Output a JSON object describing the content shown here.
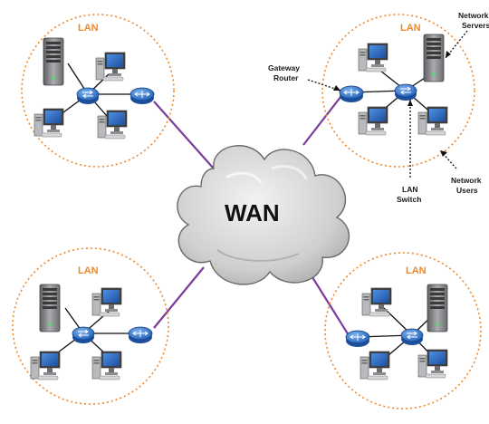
{
  "diagram": {
    "wan_label": "WAN",
    "lans": [
      {
        "id": "top-left",
        "label": "LAN"
      },
      {
        "id": "top-right",
        "label": "LAN"
      },
      {
        "id": "bottom-left",
        "label": "LAN"
      },
      {
        "id": "bottom-right",
        "label": "LAN"
      }
    ],
    "annotations": {
      "network_servers": [
        "Network",
        "Servers"
      ],
      "gateway_router": [
        "Gateway",
        "Router"
      ],
      "lan_switch": [
        "LAN",
        "Switch"
      ],
      "network_users": [
        "Network",
        "Users"
      ]
    },
    "colors": {
      "lan_border": "#f0882a",
      "wan_link": "#7a3c9a",
      "device_blue": "#2f6ec0",
      "server_gray": "#8d8f93",
      "cloud": "#d4d4d4"
    },
    "icons": [
      "server-icon",
      "desktop-icon",
      "switch-icon",
      "router-icon",
      "cloud-icon"
    ]
  }
}
